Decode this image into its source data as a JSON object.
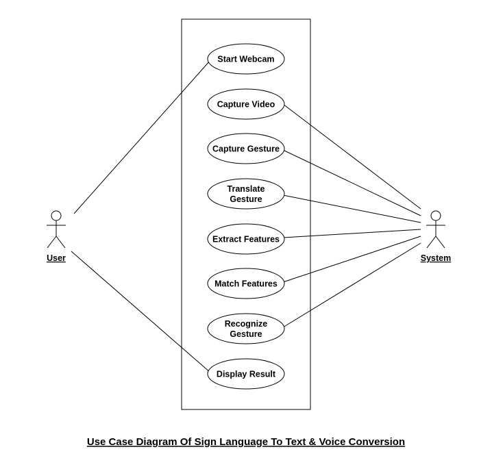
{
  "title": "Use Case Diagram Of Sign Language To Text & Voice Conversion",
  "actors": {
    "user": "User",
    "system": "System"
  },
  "use_cases": [
    {
      "id": "start-webcam",
      "lines": [
        "Start Webcam"
      ]
    },
    {
      "id": "capture-video",
      "lines": [
        "Capture Video"
      ]
    },
    {
      "id": "capture-gesture",
      "lines": [
        "Capture Gesture"
      ]
    },
    {
      "id": "translate-gesture",
      "lines": [
        "Translate",
        "Gesture"
      ]
    },
    {
      "id": "extract-features",
      "lines": [
        "Extract Features"
      ]
    },
    {
      "id": "match-features",
      "lines": [
        "Match Features"
      ]
    },
    {
      "id": "recognize-gesture",
      "lines": [
        "Recognize",
        "Gesture"
      ]
    },
    {
      "id": "display-result",
      "lines": [
        "Display Result"
      ]
    }
  ],
  "associations": [
    {
      "actor": "user",
      "use_case": "start-webcam"
    },
    {
      "actor": "user",
      "use_case": "display-result"
    },
    {
      "actor": "system",
      "use_case": "capture-video"
    },
    {
      "actor": "system",
      "use_case": "capture-gesture"
    },
    {
      "actor": "system",
      "use_case": "translate-gesture"
    },
    {
      "actor": "system",
      "use_case": "extract-features"
    },
    {
      "actor": "system",
      "use_case": "match-features"
    },
    {
      "actor": "system",
      "use_case": "recognize-gesture"
    }
  ],
  "colors": {
    "stroke": "#000000",
    "fill": "#ffffff",
    "text": "#000000"
  }
}
